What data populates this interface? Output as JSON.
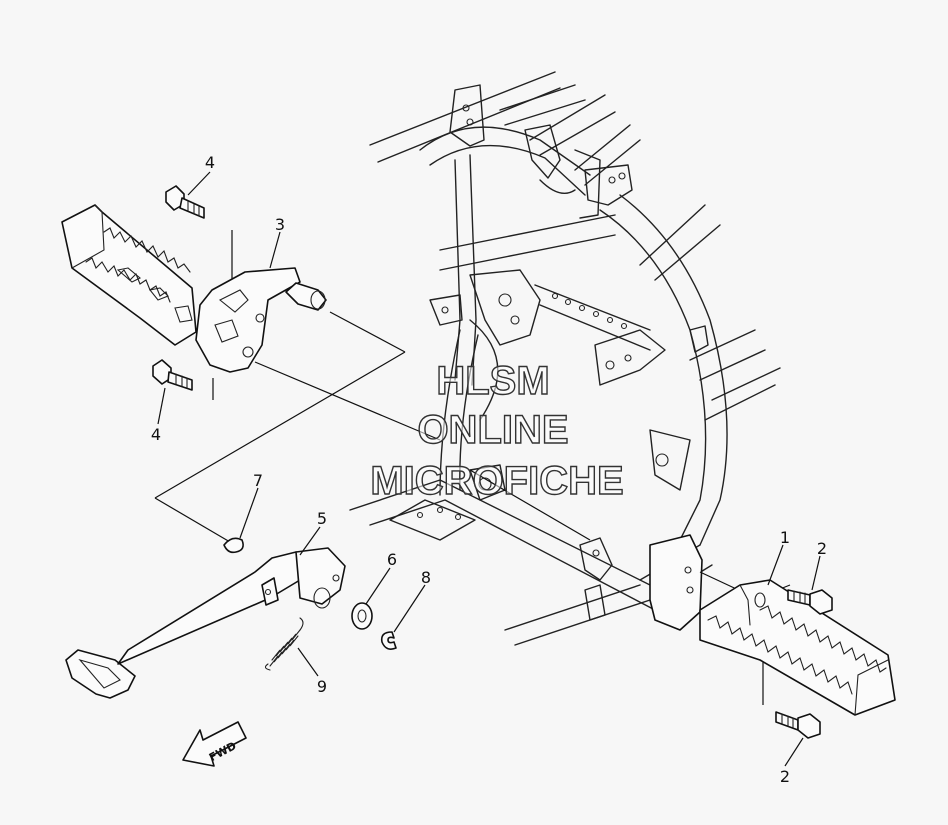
{
  "watermark": {
    "line1": "HLSM",
    "line2": "ONLINE",
    "line3": "MICROFICHE"
  },
  "arrow": {
    "label": "FWD"
  },
  "callouts": [
    {
      "id": "c1",
      "label": "1"
    },
    {
      "id": "c2a",
      "label": "2"
    },
    {
      "id": "c2b",
      "label": "2"
    },
    {
      "id": "c3",
      "label": "3"
    },
    {
      "id": "c4a",
      "label": "4"
    },
    {
      "id": "c4b",
      "label": "4"
    },
    {
      "id": "c5",
      "label": "5"
    },
    {
      "id": "c6",
      "label": "6"
    },
    {
      "id": "c7",
      "label": "7"
    },
    {
      "id": "c8",
      "label": "8"
    },
    {
      "id": "c9",
      "label": "9"
    }
  ]
}
